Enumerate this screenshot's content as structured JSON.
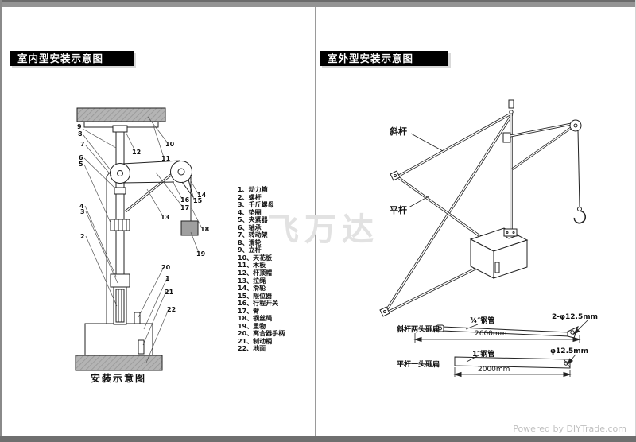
{
  "page": {
    "watermark": "飞万达",
    "footer": "Powered by DIYTrade.com"
  },
  "indoor": {
    "title": "室内型安装示意图",
    "caption": "安装示意图",
    "parts": [
      "1、动力箱",
      "2、螺杆",
      "3、千斤螺母",
      "4、垫圈",
      "5、夹紧器",
      "6、轴承",
      "7、转动架",
      "8、滑轮",
      "9、立杆",
      "10、天花板",
      "11、木板",
      "12、杆顶帽",
      "13、拉绳",
      "14、滑轮",
      "15、限位器",
      "16、行程开关",
      "17、臂",
      "18、钢丝绳",
      "19、重物",
      "20、离合器手柄",
      "21、制动柄",
      "22、地面"
    ],
    "callouts": [
      "9",
      "8",
      "7",
      "6",
      "5",
      "4",
      "3",
      "2",
      "10",
      "12",
      "11",
      "13",
      "14",
      "15",
      "16",
      "17",
      "18",
      "19",
      "20",
      "1",
      "21",
      "22"
    ]
  },
  "outdoor": {
    "title": "室外型安装示意图",
    "rod_labels": {
      "diagonal": "斜杆",
      "horizontal": "平杆"
    },
    "specs": [
      {
        "name": "斜杆两头砸扁",
        "pipe": "¾″钢管",
        "hole": "2-φ12.5mm",
        "length": "2600mm"
      },
      {
        "name": "平杆一头砸扁",
        "pipe": "1″钢管",
        "hole": "φ12.5mm",
        "length": "2000mm"
      }
    ]
  },
  "colors": {
    "slab_gray": "#b4b4b4",
    "weight_gray": "#9f9f9f",
    "title_bg": "#000000"
  }
}
